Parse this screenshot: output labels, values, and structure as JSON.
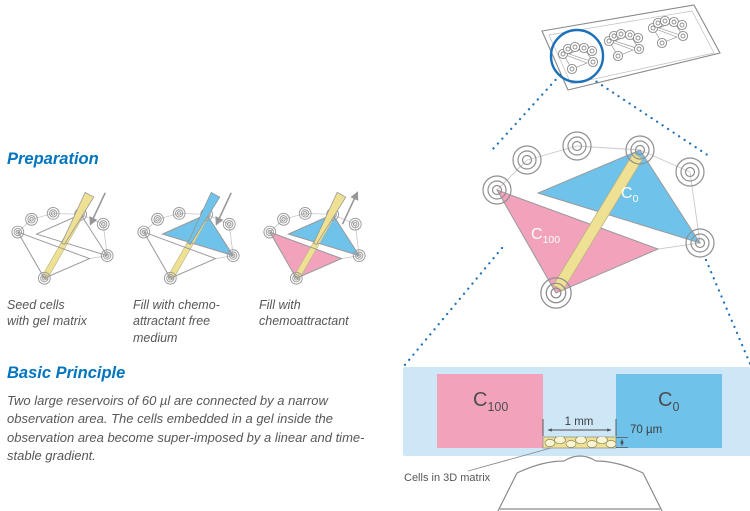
{
  "colors": {
    "accent_blue": "#1d71b8",
    "heading_blue": "#0075bf",
    "pink": "#f2a3bb",
    "reservoir_blue": "#6fc2e9",
    "panel_blue": "#cde7f7",
    "gel_yellow": "#efe193",
    "outline_gray": "#8a8a8c",
    "text_gray": "#57575a"
  },
  "left": {
    "preparation_heading": "Preparation",
    "steps": [
      {
        "caption": "Seed cells\nwith gel matrix"
      },
      {
        "caption": "Fill with chemo-\nattractant free\nmedium"
      },
      {
        "caption": "Fill with\nchemoattractant"
      }
    ],
    "basic_principle_heading": "Basic Principle",
    "basic_principle_text": "Two large reservoirs of 60 µl are connected by a narrow observation area. The cells embedded in a gel inside the observation area become super-imposed by a linear and time-stable gradient."
  },
  "zoom_view": {
    "c100_main": "C",
    "c100_sub": "100",
    "c0_main": "C",
    "c0_sub": "0"
  },
  "cross_section": {
    "c100_main": "C",
    "c100_sub": "100",
    "c0_main": "C",
    "c0_sub": "0",
    "width_label": "1 mm",
    "height_label": "70 µm",
    "cells_label": "Cells in 3D matrix"
  }
}
